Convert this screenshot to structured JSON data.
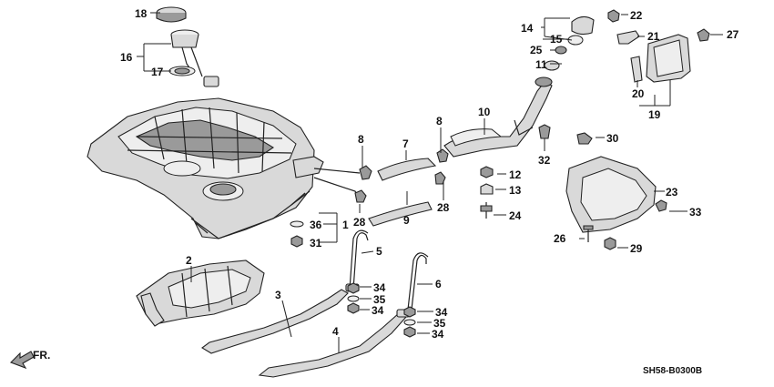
{
  "diagram_code": "SH58-B0300B",
  "direction_label": "FR.",
  "callouts": {
    "c1": "1",
    "c2": "2",
    "c3": "3",
    "c4": "4",
    "c5": "5",
    "c6": "6",
    "c7": "7",
    "c8a": "8",
    "c8b": "8",
    "c9": "9",
    "c10": "10",
    "c11": "11",
    "c12": "12",
    "c13": "13",
    "c14": "14",
    "c15": "15",
    "c16": "16",
    "c17": "17",
    "c18": "18",
    "c19": "19",
    "c20": "20",
    "c21": "21",
    "c22": "22",
    "c23": "23",
    "c24": "24",
    "c25": "25",
    "c26": "26",
    "c27": "27",
    "c28a": "28",
    "c28b": "28",
    "c29": "29",
    "c30": "30",
    "c31": "31",
    "c32": "32",
    "c33": "33",
    "c34a": "34",
    "c34b": "34",
    "c34c": "34",
    "c34d": "34",
    "c35a": "35",
    "c35b": "35",
    "c36": "36"
  }
}
